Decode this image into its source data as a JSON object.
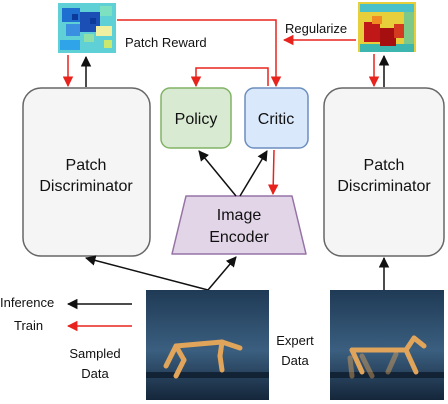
{
  "labels": {
    "patch_reward": "Patch Reward",
    "regularize": "Regularize",
    "policy": "Policy",
    "critic": "Critic",
    "patch_discriminator_left": [
      "Patch",
      "Discriminator"
    ],
    "patch_discriminator_right": [
      "Patch",
      "Discriminator"
    ],
    "image_encoder": [
      "Image",
      "Encoder"
    ],
    "inference": "Inference",
    "train": "Train",
    "sampled_data": [
      "Sampled",
      "Data"
    ],
    "expert_data": [
      "Expert",
      "Data"
    ]
  },
  "colors": {
    "train_arrow": "#e8231d",
    "inference_arrow": "#111111",
    "policy_fill": "#d8ead2",
    "policy_stroke": "#82b366",
    "critic_fill": "#dae8fc",
    "critic_stroke": "#6c8ebf",
    "encoder_fill": "#e1d5e7",
    "encoder_stroke": "#9673a6",
    "discriminator_fill": "#f5f5f5",
    "discriminator_stroke": "#666666"
  }
}
